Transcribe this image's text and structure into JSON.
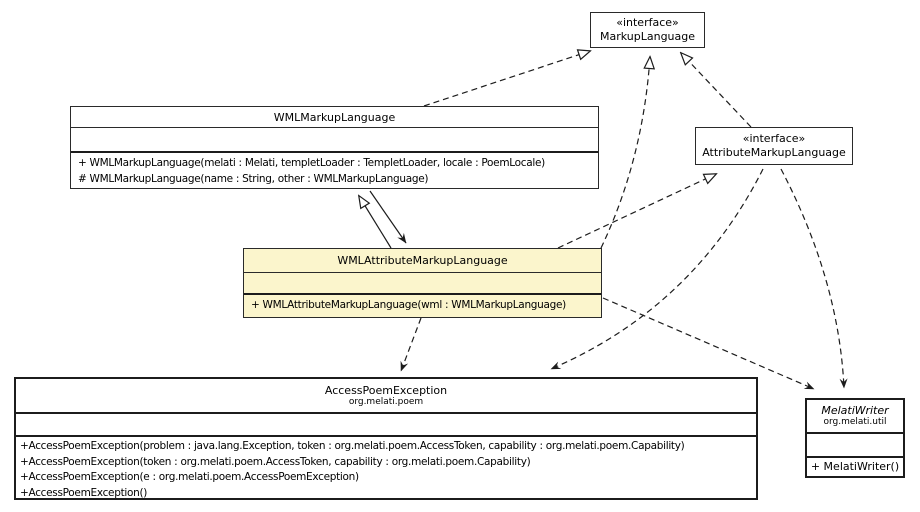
{
  "diagram": {
    "kind": "UML class diagram",
    "background_color": "#ffffff",
    "highlight_fill": "#FBF5CC",
    "line_color": "#1c1c1c"
  },
  "classes": {
    "markup_language": {
      "stereotype": "«interface»",
      "name": "MarkupLanguage"
    },
    "attribute_markup_language": {
      "stereotype": "«interface»",
      "name": "AttributeMarkupLanguage"
    },
    "wml_markup_language": {
      "name": "WMLMarkupLanguage",
      "methods": [
        "+ WMLMarkupLanguage(melati : Melati, templetLoader : TempletLoader, locale : PoemLocale)",
        "# WMLMarkupLanguage(name : String, other : WMLMarkupLanguage)"
      ]
    },
    "wml_attribute_markup_language": {
      "name": "WMLAttributeMarkupLanguage",
      "methods": [
        "+ WMLAttributeMarkupLanguage(wml : WMLMarkupLanguage)"
      ]
    },
    "access_poem_exception": {
      "name": "AccessPoemException",
      "package": "org.melati.poem",
      "methods": [
        "+AccessPoemException(problem : java.lang.Exception, token : org.melati.poem.AccessToken, capability : org.melati.poem.Capability)",
        "+AccessPoemException(token : org.melati.poem.AccessToken, capability : org.melati.poem.Capability)",
        "+AccessPoemException(e : org.melati.poem.AccessPoemException)",
        "+AccessPoemException()"
      ]
    },
    "melati_writer": {
      "name": "MelatiWriter",
      "package": "org.melati.util",
      "methods": [
        "+ MelatiWriter()"
      ]
    }
  },
  "relationships": [
    {
      "from": "WMLMarkupLanguage",
      "to": "MarkupLanguage",
      "type": "realization",
      "style": "dashed, hollow triangle"
    },
    {
      "from": "WMLAttributeMarkupLanguage",
      "to": "MarkupLanguage",
      "type": "realization",
      "style": "dashed, hollow triangle"
    },
    {
      "from": "AttributeMarkupLanguage",
      "to": "MarkupLanguage",
      "type": "realization",
      "style": "dashed, hollow triangle"
    },
    {
      "from": "WMLAttributeMarkupLanguage",
      "to": "AttributeMarkupLanguage",
      "type": "realization",
      "style": "dashed, hollow triangle"
    },
    {
      "from": "WMLAttributeMarkupLanguage",
      "to": "WMLMarkupLanguage",
      "type": "generalization",
      "style": "solid, hollow triangle"
    },
    {
      "from": "WMLMarkupLanguage",
      "to": "WMLAttributeMarkupLanguage",
      "type": "association",
      "style": "solid, open arrow"
    },
    {
      "from": "WMLAttributeMarkupLanguage",
      "to": "AccessPoemException",
      "type": "dependency",
      "style": "dashed, open arrow"
    },
    {
      "from": "AttributeMarkupLanguage",
      "to": "AccessPoemException",
      "type": "dependency",
      "style": "dashed, open arrow"
    },
    {
      "from": "WMLAttributeMarkupLanguage",
      "to": "MelatiWriter",
      "type": "dependency",
      "style": "dashed, open arrow"
    },
    {
      "from": "AttributeMarkupLanguage",
      "to": "MelatiWriter",
      "type": "dependency",
      "style": "dashed, open arrow"
    }
  ]
}
